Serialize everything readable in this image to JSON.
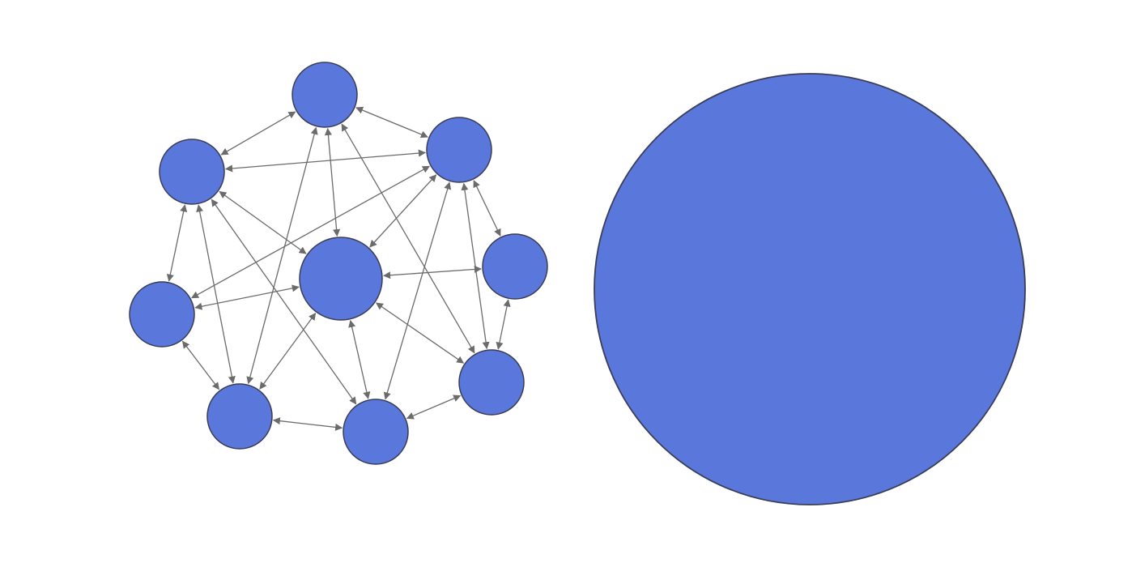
{
  "colors": {
    "background": "#ffffff",
    "node_fill": "#5a78dc",
    "node_stroke": "#3a3d55",
    "edge": "#6b6b6b"
  },
  "graph": {
    "nodes": [
      {
        "id": "top"
      },
      {
        "id": "upper-left"
      },
      {
        "id": "upper-right"
      },
      {
        "id": "center"
      },
      {
        "id": "right"
      },
      {
        "id": "left"
      },
      {
        "id": "lower-right"
      },
      {
        "id": "bottom-left"
      },
      {
        "id": "bottom-center"
      }
    ],
    "edges": [
      {
        "from": "top",
        "to": "upper-left"
      },
      {
        "from": "top",
        "to": "upper-right"
      },
      {
        "from": "top",
        "to": "center"
      },
      {
        "from": "top",
        "to": "bottom-left"
      },
      {
        "from": "top",
        "to": "lower-right"
      },
      {
        "from": "upper-left",
        "to": "upper-right"
      },
      {
        "from": "upper-left",
        "to": "left"
      },
      {
        "from": "upper-left",
        "to": "center"
      },
      {
        "from": "upper-left",
        "to": "bottom-left"
      },
      {
        "from": "upper-left",
        "to": "bottom-center"
      },
      {
        "from": "upper-right",
        "to": "center"
      },
      {
        "from": "upper-right",
        "to": "left"
      },
      {
        "from": "upper-right",
        "to": "right"
      },
      {
        "from": "upper-right",
        "to": "bottom-center"
      },
      {
        "from": "upper-right",
        "to": "lower-right"
      },
      {
        "from": "right",
        "to": "center"
      },
      {
        "from": "right",
        "to": "lower-right"
      },
      {
        "from": "left",
        "to": "center"
      },
      {
        "from": "left",
        "to": "bottom-left"
      },
      {
        "from": "center",
        "to": "bottom-left"
      },
      {
        "from": "center",
        "to": "bottom-center"
      },
      {
        "from": "center",
        "to": "lower-right"
      },
      {
        "from": "bottom-left",
        "to": "bottom-center"
      },
      {
        "from": "bottom-center",
        "to": "lower-right"
      }
    ]
  },
  "merged": {
    "id": "single-node"
  }
}
